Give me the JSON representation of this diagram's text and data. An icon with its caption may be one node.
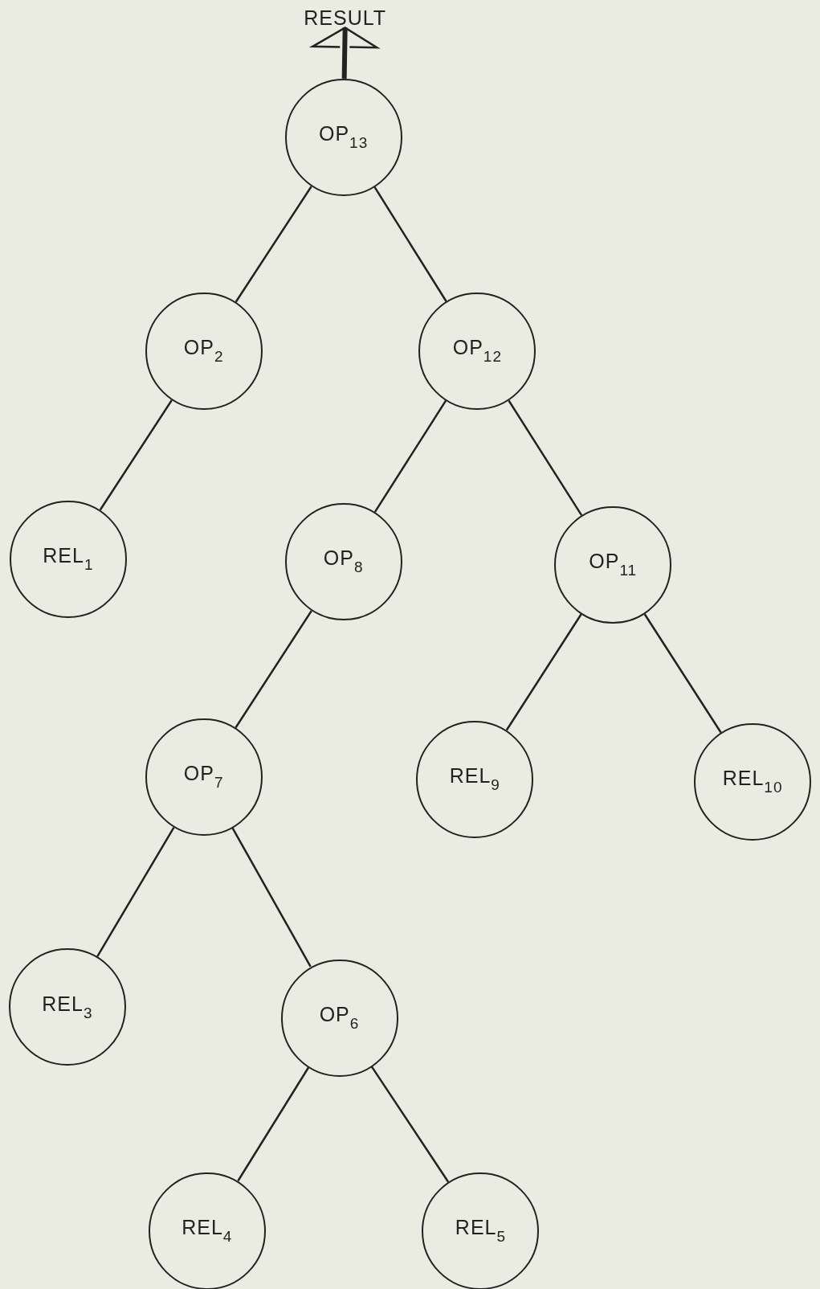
{
  "diagram": {
    "nodes": [
      {
        "text": [
          "RESULT"
        ]
      },
      {
        "text": [
          "OP$_{13}$"
        ]
      },
      {
        "text": [
          "OP$_{2}$"
        ]
      },
      {
        "text": [
          "OP$_{12}$"
        ]
      },
      {
        "text": [
          "REL$_{1}$"
        ]
      },
      {
        "text": [
          "OP$_{8}$"
        ]
      },
      {
        "text": [
          "OP$_{11}$"
        ]
      },
      {
        "text": [
          "OP$_{7}$"
        ]
      },
      {
        "text": [
          "REL$_{9}$"
        ]
      },
      {
        "text": [
          "REL$_{10}$"
        ]
      },
      {
        "text": [
          "REL$_{3}$"
        ]
      },
      {
        "text": [
          "OP$_{6}$"
        ]
      },
      {
        "text": [
          "REL$_{4}$"
        ]
      },
      {
        "text": [
          "REL$_{5}$"
        ]
      }
    ],
    "edges": [
      {
        "from": 1,
        "to": 0,
        "arrow": "to",
        "style": "thick"
      },
      {
        "from": 1,
        "to": 2,
        "arrow": "none"
      },
      {
        "from": 1,
        "to": 3,
        "arrow": "none"
      },
      {
        "from": 2,
        "to": 4,
        "arrow": "none"
      },
      {
        "from": 3,
        "to": 5,
        "arrow": "none"
      },
      {
        "from": 3,
        "to": 6,
        "arrow": "none"
      },
      {
        "from": 5,
        "to": 7,
        "arrow": "none"
      },
      {
        "from": 6,
        "to": 8,
        "arrow": "none"
      },
      {
        "from": 6,
        "to": 9,
        "arrow": "none"
      },
      {
        "from": 7,
        "to": 10,
        "arrow": "none"
      },
      {
        "from": 7,
        "to": 11,
        "arrow": "none"
      },
      {
        "from": 11,
        "to": 12,
        "arrow": "none"
      },
      {
        "from": 11,
        "to": 13,
        "arrow": "none"
      }
    ]
  }
}
